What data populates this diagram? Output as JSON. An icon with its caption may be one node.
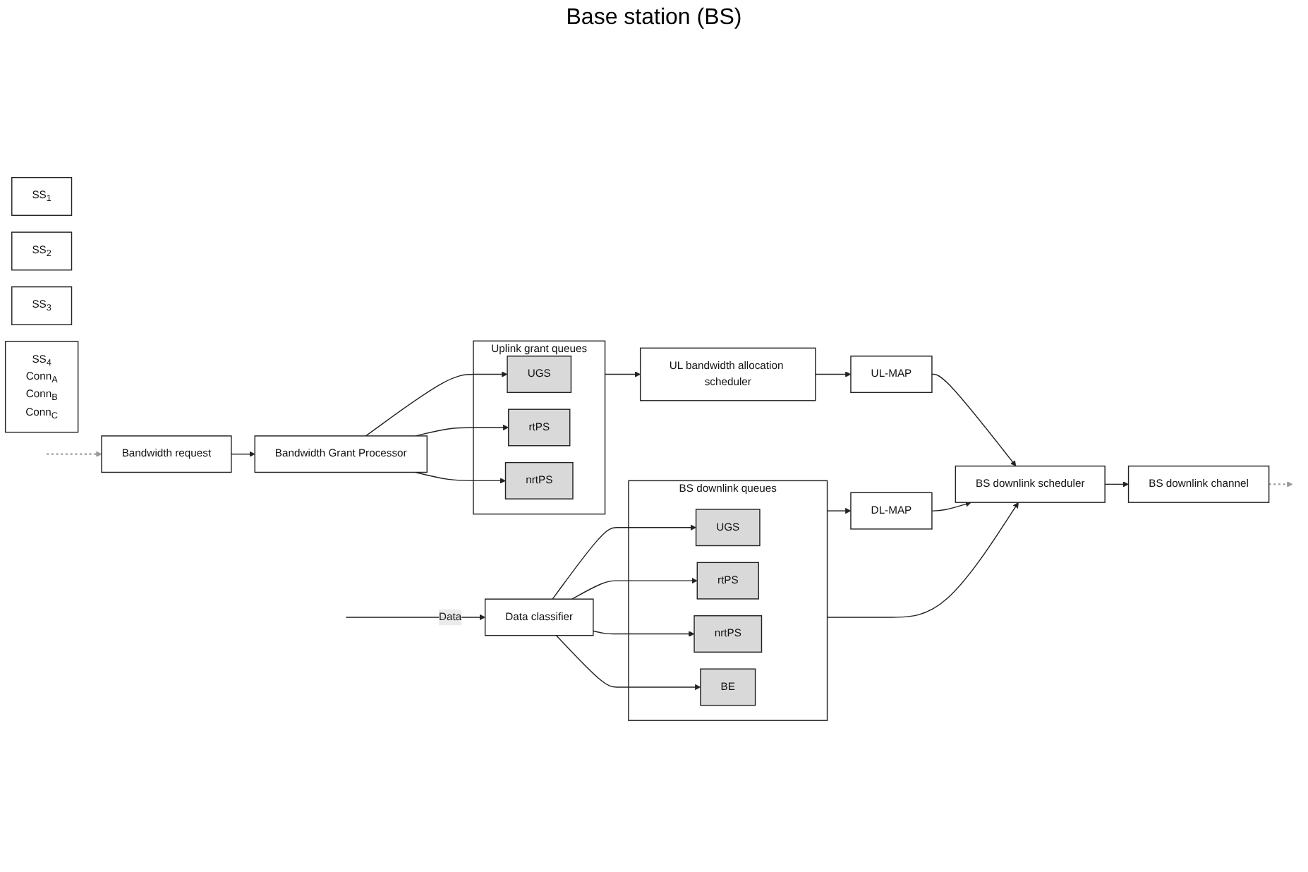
{
  "diagram": {
    "nodes": [
      {
        "text": [
          "Bandwidth Grant Processor"
        ]
      },
      {
        "text": [
          "Bandwidth request"
        ]
      },
      {
        "text": [
          "Uplink grant queues"
        ]
      },
      {
        "text": [
          "UGS"
        ],
        "in": 2
      },
      {
        "text": [
          "rtPS"
        ],
        "in": 2
      },
      {
        "text": [
          "nrtPS"
        ],
        "in": 2
      },
      {
        "text": [
          "UL bandwidth allocation scheduler"
        ]
      },
      {
        "text": [
          "SS$_{1}$"
        ]
      },
      {
        "text": [
          "SS$_{2}$"
        ]
      },
      {
        "text": [
          "UL-MAP"
        ]
      },
      {
        "text": [
          "SS$_{3}$"
        ]
      },
      {
        "text": [
          "BS downlink queues"
        ]
      },
      {
        "text": [
          "UGS"
        ],
        "in": 11
      },
      {
        "text": [
          "rtPS"
        ],
        "in": 11
      },
      {
        "text": [
          "nrtPS"
        ],
        "in": 11
      },
      {
        "text": [
          "BE"
        ],
        "in": 11
      },
      {
        "text": [
          "DL-MAP"
        ]
      },
      {
        "text": [
          "SS$_{4}$",
          "Conn$_{A}$",
          "Conn$_{B}$",
          "Conn$_{C}$"
        ]
      },
      {
        "text": [
          "BS downlink scheduler"
        ]
      },
      {
        "text": [
          "Data classifier"
        ]
      },
      {
        "text": [
          "BS downlink channel"
        ]
      }
    ],
    "edges": [
      {
        "from": 1,
        "to": 0,
        "arrow": "to"
      },
      {
        "from": 2,
        "to": 6,
        "arrow": "to"
      },
      {
        "from": 6,
        "to": 9,
        "arrow": "to"
      },
      {
        "from": 0,
        "to": 3,
        "arrow": "to"
      },
      {
        "from": 0,
        "to": 4,
        "arrow": "to"
      },
      {
        "from": 0,
        "to": 5,
        "arrow": "to"
      },
      {
        "from": 9,
        "to": 18,
        "arrow": "to"
      },
      {
        "from": 11,
        "to": 16,
        "arrow": "to"
      },
      {
        "from": 11,
        "to": 18,
        "arrow": "to"
      },
      {
        "from": 16,
        "to": 18,
        "arrow": "to"
      },
      {
        "from": null,
        "to": 19,
        "arrow": "to",
        "label": "Data"
      },
      {
        "from": 18,
        "to": 20,
        "arrow": "to"
      },
      {
        "from": 19,
        "to": 12,
        "arrow": "to"
      },
      {
        "from": 19,
        "to": 13,
        "arrow": "to"
      },
      {
        "from": 19,
        "to": 14,
        "arrow": "to"
      },
      {
        "from": 19,
        "to": 15,
        "arrow": "to"
      },
      {
        "from": null,
        "to": 1,
        "arrow": "to",
        "style": "dashed",
        "color": "#999999"
      },
      {
        "from": 20,
        "to": null,
        "arrow": "to",
        "style": "dashed",
        "color": "#999999"
      }
    ],
    "labels": [
      "Base station (BS)"
    ]
  }
}
